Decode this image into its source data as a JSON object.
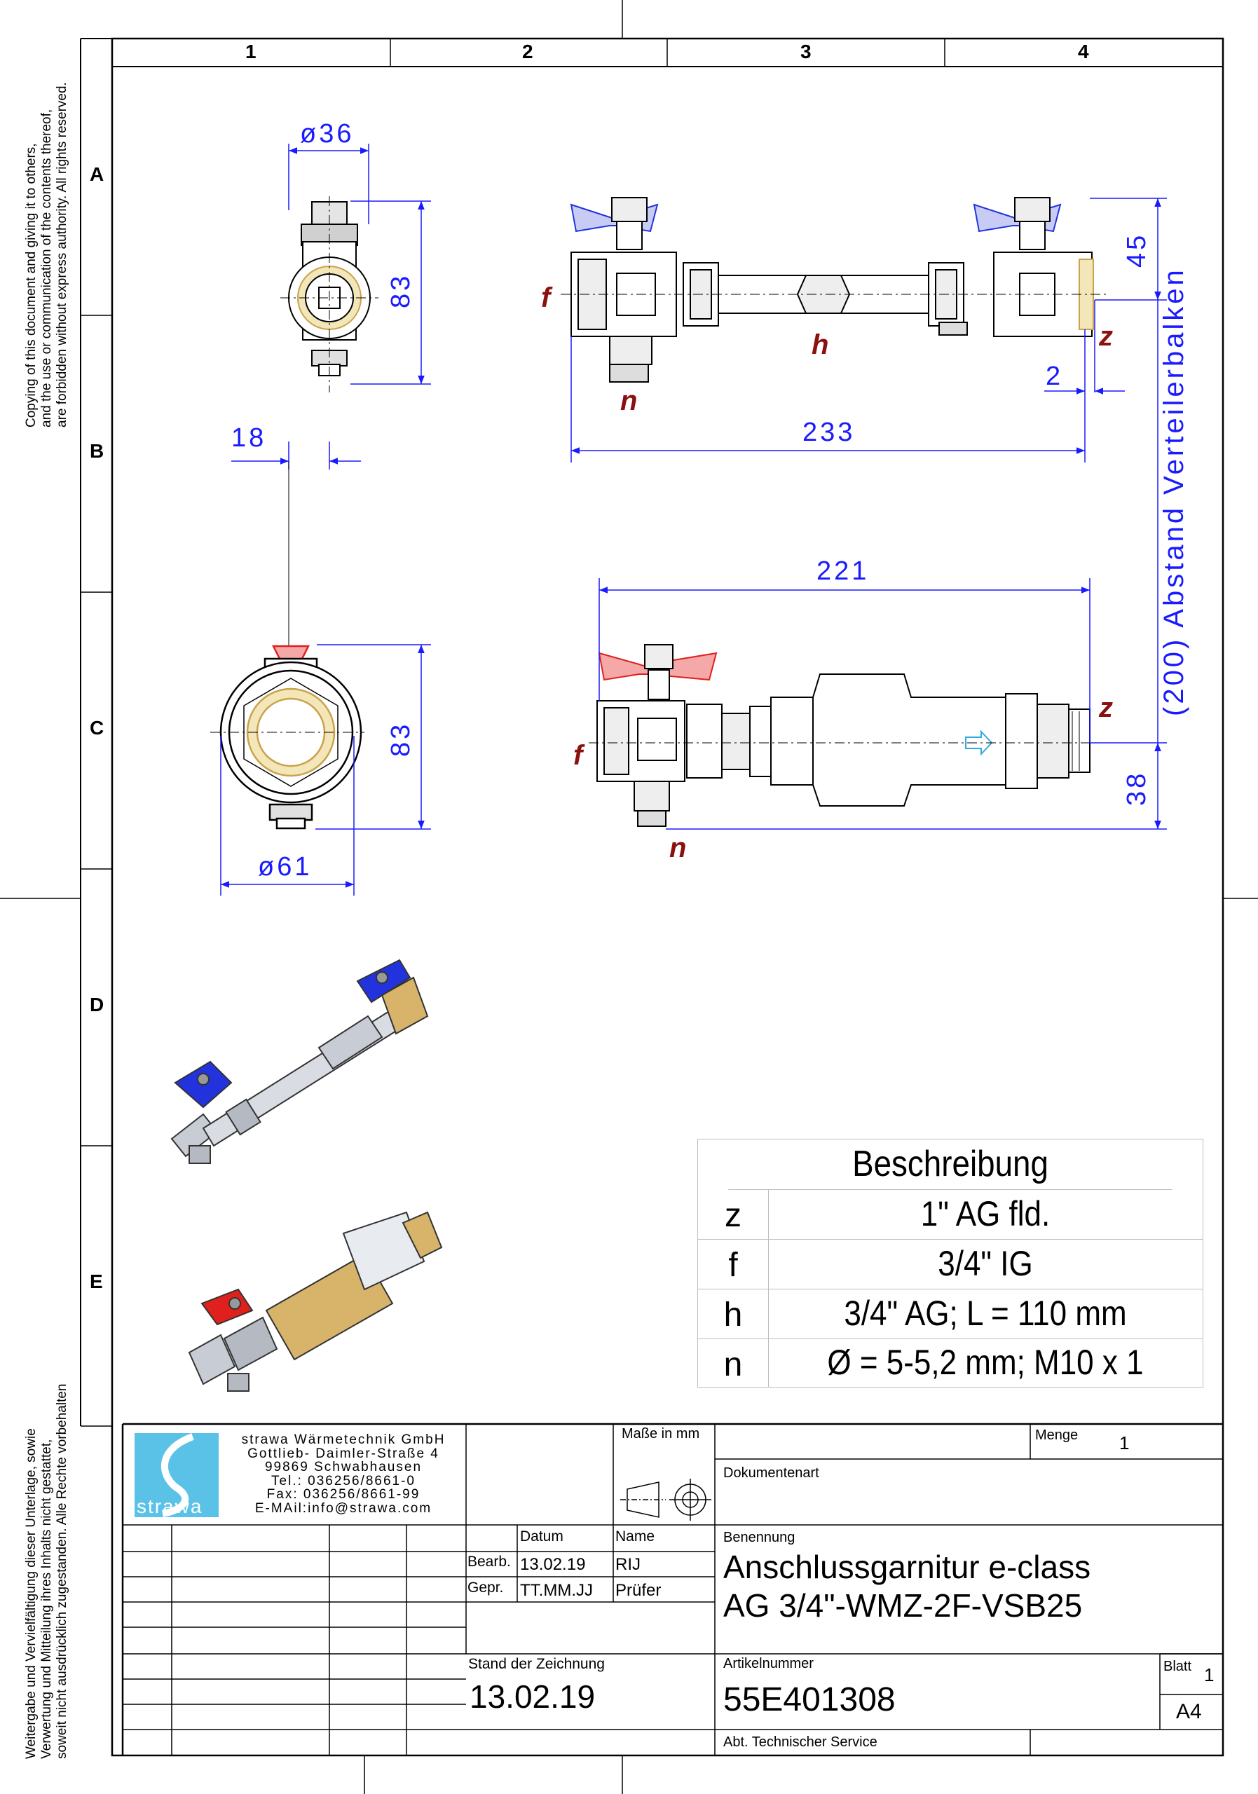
{
  "grid": {
    "columns": [
      "1",
      "2",
      "3",
      "4"
    ],
    "rows": [
      "A",
      "B",
      "C",
      "D",
      "E"
    ]
  },
  "side_notes": {
    "top": [
      "Copying of this document and giving it to others,",
      "and the use or communication of the contents thereof,",
      "are forbidden without express authority. All rights reserved."
    ],
    "bottom": [
      "Weitergabe und Vervielfältigung dieser Unterlage, sowie",
      "Verwertung und Mitteilung ihres Inhalts nicht gestattet,",
      "soweit nicht ausdrücklich zugestanden. Alle Rechte vorbehalten"
    ]
  },
  "dimensions": {
    "d36": "ø36",
    "h83_top": "83",
    "w18": "18",
    "h83_bottom": "83",
    "d61": "ø61",
    "h45": "45",
    "w2": "2",
    "l233": "233",
    "l221": "221",
    "h38": "38",
    "spacing": "(200) Abstand Verteilerbalken"
  },
  "callouts": {
    "f1": "f",
    "n1": "n",
    "h": "h",
    "z1": "z",
    "f2": "f",
    "n2": "n",
    "z2": "z"
  },
  "description_table": {
    "title": "Beschreibung",
    "rows": [
      {
        "key": "z",
        "value": "1\" AG fld."
      },
      {
        "key": "f",
        "value": "3/4\" IG"
      },
      {
        "key": "h",
        "value": "3/4\" AG; L = 110 mm"
      },
      {
        "key": "n",
        "value": "Ø = 5-5,2 mm; M10 x 1"
      }
    ]
  },
  "title_block": {
    "logo_text": "strawa",
    "company": [
      "strawa Wärmetechnik GmbH",
      "Gottlieb- Daimler-Straße 4",
      "99869 Schwabhausen",
      "Tel.: 036256/8661-0",
      "Fax: 036256/8661-99",
      "E-MAil:info@strawa.com"
    ],
    "units_label": "Maße in mm",
    "menge_label": "Menge",
    "menge_value": "1",
    "dokumentenart_label": "Dokumentenart",
    "datum_label": "Datum",
    "name_label": "Name",
    "benennung_label": "Benennung",
    "bearb_label": "Bearb.",
    "bearb_date": "13.02.19",
    "bearb_name": "RIJ",
    "gepr_label": "Gepr.",
    "gepr_date": "TT.MM.JJ",
    "gepr_name": "Prüfer",
    "title_line1": "Anschlussgarnitur e-class",
    "title_line2": "AG 3/4\"-WMZ-2F-VSB25",
    "stand_label": "Stand der Zeichnung",
    "stand_value": "13.02.19",
    "artikel_label": "Artikelnummer",
    "artikel_value": "55E401308",
    "blatt_label": "Blatt",
    "blatt_value": "1",
    "format": "A4",
    "department": "Abt. Technischer Service"
  },
  "colors": {
    "dimension": "#1a1aff",
    "callout": "#8b1010",
    "valve_blue": "#2233dd",
    "valve_red": "#e0201c",
    "brass": "#d8b46a",
    "logo_blue": "#5bc2e7"
  }
}
